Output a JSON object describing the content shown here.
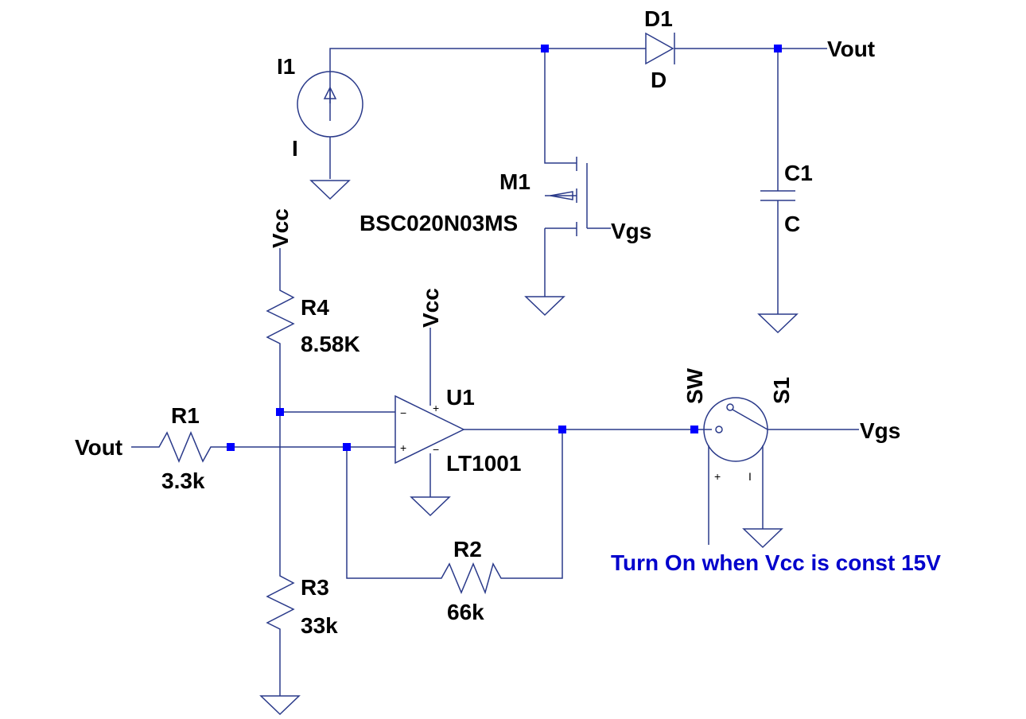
{
  "components": {
    "I1": {
      "ref": "I1",
      "value": "I"
    },
    "D1": {
      "ref": "D1",
      "value": "D"
    },
    "M1": {
      "ref": "M1",
      "value": "BSC020N03MS"
    },
    "C1": {
      "ref": "C1",
      "value": "C"
    },
    "R4": {
      "ref": "R4",
      "value": "8.58K"
    },
    "R1": {
      "ref": "R1",
      "value": "3.3k"
    },
    "R2": {
      "ref": "R2",
      "value": "66k"
    },
    "R3": {
      "ref": "R3",
      "value": "33k"
    },
    "U1": {
      "ref": "U1",
      "value": "LT1001",
      "plus": "+",
      "minus": "−"
    },
    "S1": {
      "ref": "S1",
      "value": "SW",
      "plus": "+",
      "minus": "I"
    }
  },
  "nets": {
    "vout_top": "Vout",
    "vout_left": "Vout",
    "vgs_mosfet": "Vgs",
    "vgs_switch": "Vgs",
    "vcc_r4": "Vcc",
    "vcc_opamp": "Vcc"
  },
  "note": "Turn On when Vcc is const 15V",
  "colors": {
    "wire": "#2a3a8a",
    "node": "#0000ff",
    "label": "#000000",
    "note": "#0000cc"
  }
}
